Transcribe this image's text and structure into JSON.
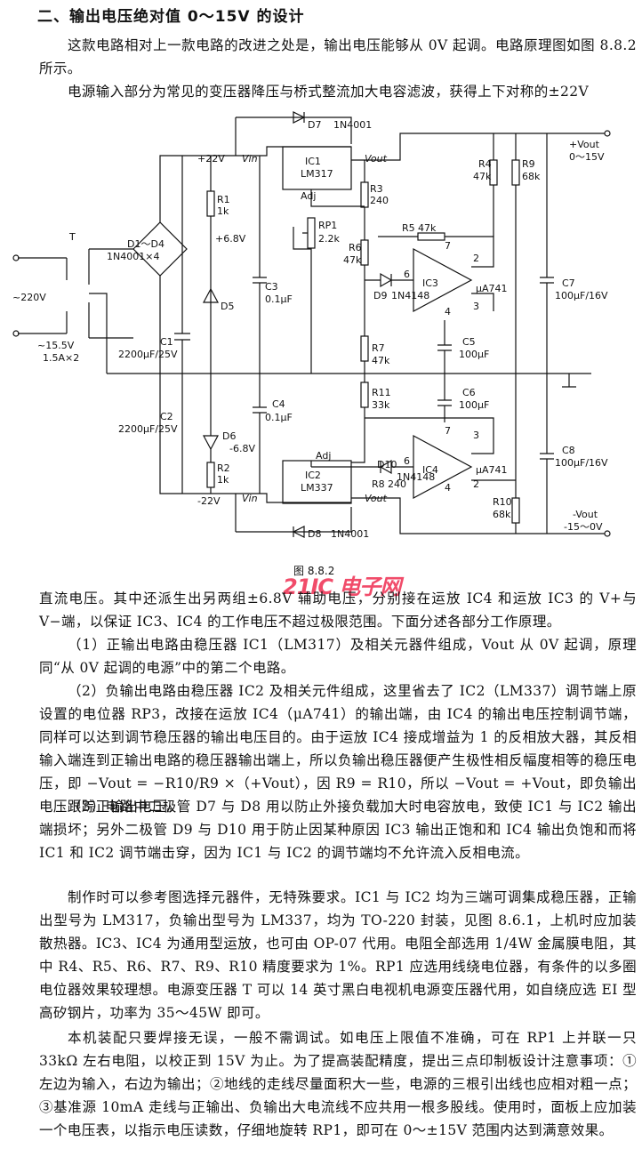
{
  "heading": "二、输出电压绝对值 0～15V 的设计",
  "p1": "这款电路相对上一款电路的改进之处是，输出电压能够从 0V 起调。电路原理图如图 8.8.2 所示。",
  "p2": "电源输入部分为常见的变压器降压与桥式整流加大电容滤波，获得上下对称的±22V",
  "figure": {
    "caption": "图 8.8.2",
    "watermark": "21IC 电子网",
    "labels": {
      "input_v": "~220V",
      "T": "T",
      "sec_v": "~15.5V",
      "sec_a": "1.5A×2",
      "bridge": "D1～D4",
      "bridge_type": "1N4001×4",
      "c1": "C1",
      "c1_val": "2200μF/25V",
      "c2": "C2",
      "c2_val": "2200μF/25V",
      "p22": "+22V",
      "n22": "-22V",
      "r1": "R1",
      "r1_val": "1k",
      "r2": "R2",
      "r2_val": "1k",
      "p68": "+6.8V",
      "d5": "D5",
      "d6": "D6",
      "n68": "-6.8V",
      "c3": "C3",
      "c3_val": "0.1μF",
      "c4": "C4",
      "c4_val": "0.1μF",
      "vin1": "Vin",
      "vin2": "Vin",
      "ic1": "IC1",
      "ic1_type": "LM317",
      "ic2": "IC2",
      "ic2_type": "LM337",
      "adj1": "Adj",
      "adj2": "Adj",
      "vout1": "Vout",
      "vout2": "Vout",
      "d7": "D7",
      "d7_type": "1N4001",
      "d8": "D8",
      "d8_type": "1N4001",
      "r3": "R3",
      "r3_val": "240",
      "r8": "R8",
      "r8_val": "240",
      "rp1": "RP1",
      "rp1_val": "2.2k",
      "r6": "R6",
      "r6_val": "47k",
      "r5": "R5",
      "r5_val": "47k",
      "r4": "R4",
      "r4_val": "47k",
      "r9": "R9",
      "r9_val": "68k",
      "r7": "R7",
      "r7_val": "47k",
      "r11": "R11",
      "r11_val": "33k",
      "r10": "R10",
      "r10_val": "68k",
      "d9": "D9",
      "d9_type": "1N4148",
      "d10": "D10",
      "d10_type": "1N4148",
      "ic3": "IC3",
      "ic3_type": "μA741",
      "ic4": "IC4",
      "ic4_type": "μA741",
      "c5": "C5",
      "c5_val": "100μF",
      "c6": "C6",
      "c6_val": "100μF",
      "c7": "C7",
      "c7_val": "100μF/16V",
      "c8": "C8",
      "c8_val": "100μF/16V",
      "pout": "+Vout",
      "pout_range": "0～15V",
      "nout": "-Vout",
      "nout_range": "-15～0V",
      "pin2a": "2",
      "pin3a": "3",
      "pin4a": "4",
      "pin6a": "6",
      "pin7a": "7",
      "pin2b": "2",
      "pin3b": "3",
      "pin4b": "4",
      "pin6b": "6",
      "pin7b": "7"
    }
  },
  "p3": "直流电压。其中还派生出另两组±6.8V 辅助电压，分别接在运放 IC4 和运放 IC3 的 V+与 V−端，以保证 IC3、IC4 的工作电压不超过极限范围。下面分述各部分工作原理。",
  "p4": "（1）正输出电路由稳压器 IC1（LM317）及相关元器件组成，Vout 从 0V 起调，原理同“从 0V 起调的电源”中的第二个电路。",
  "p5": "（2）负输出电路由稳压器 IC2 及相关元件组成，这里省去了 IC2（LM337）调节端上原设置的电位器 RP3，改接在运放 IC4（μA741）的输出端，由 IC4 的输出电压控制调节端，同样可以达到调节稳压器的输出电压目的。由于运放 IC4 接成增益为 1 的反相放大器，其反相输入端连到正输出电路的稳压器输出端上，所以负输出稳压器便产生极性相反幅度相等的稳压电压，即 −Vout = −R10/R9 ×（+Vout），因 R9 = R10，所以 −Vout = +Vout，即负输出电压跟踪正输出电压。",
  "p6": "（3）电路中二极管 D7 与 D8 用以防止外接负载加大时电容放电，致使 IC1 与 IC2 输出端损坏；另外二极管 D9 与 D10 用于防止因某种原因 IC3 输出正饱和和 IC4 输出负饱和而将 IC1 和 IC2 调节端击穿，因为 IC1 与 IC2 的调节端均不允许流入反相电流。",
  "p7": "制作时可以参考图选择元器件，无特殊要求。IC1 与 IC2 均为三端可调集成稳压器，正输出型号为 LM317，负输出型号为 LM337，均为 TO-220 封装，见图 8.6.1，上机时应加装散热器。IC3、IC4 为通用型运放，也可由 OP-07 代用。电阻全部选用 1/4W 金属膜电阻，其中 R4、R5、R6、R7、R9、R10 精度要求为 1%。RP1 应选用线绕电位器，有条件的以多圈电位器效果较理想。电源变压器 T 可以 14 英寸黑白电视机电源变压器代用，如自绕应选 EI 型高矽钢片，功率为 35～45W 即可。",
  "p8": "本机装配只要焊接无误，一般不需调试。如电压上限值不准确，可在 RP1 上并联一只 33kΩ 左右电阻，以校正到 15V 为止。为了提高装配精度，提出三点印制板设计注意事项：①左边为输入，右边为输出；②地线的走线尽量面积大一些，电源的三根引出线也应相对粗一点；③基准源 10mA 走线与正输出、负输出大电流线不应共用一根多股线。使用时，面板上应加装一个电压表，以指示电压读数，仔细地旋转 RP1，即可在 0～±15V 范围内达到满意效果。"
}
